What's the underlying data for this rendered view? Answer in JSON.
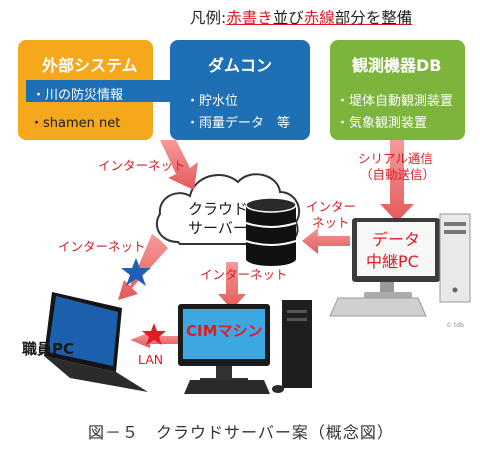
{
  "legend": {
    "prefix": "凡例:",
    "red_text": "赤書き",
    "middle": "並び",
    "red_line": "赤線",
    "suffix": "部分を整備"
  },
  "external": {
    "title": "外部システム",
    "items": [
      "・川の防災情報",
      "・shamen net"
    ]
  },
  "dam": {
    "title": "ダムコン",
    "items": [
      "・貯水位",
      "・雨量データ　等"
    ]
  },
  "obs": {
    "title": "観測機器DB",
    "items": [
      "・堤体自動観測装置",
      "・気象観測装置"
    ]
  },
  "cloud": {
    "line1": "クラウド",
    "line2": "サーバー"
  },
  "labels": {
    "internet_top": "インターネット",
    "serial_line1": "シリアル通信",
    "serial_line2": "（自動送信）",
    "internet_right_1": "インター",
    "internet_right_2": "ネット",
    "internet_left": "インターネット",
    "internet_center": "インターネット",
    "lan": "LAN"
  },
  "relay_pc": {
    "line1": "データ",
    "line2": "中継PC"
  },
  "cim": {
    "label": "CIMマシン"
  },
  "staff_pc": {
    "label": "職員PC"
  },
  "caption": "図－５　クラウドサーバー案（概念図）",
  "colors": {
    "orange": "#f5a81c",
    "blue": "#1f6fb5",
    "green": "#7cb43c",
    "red": "#e01b24",
    "arrow": "#ec6b6b"
  }
}
